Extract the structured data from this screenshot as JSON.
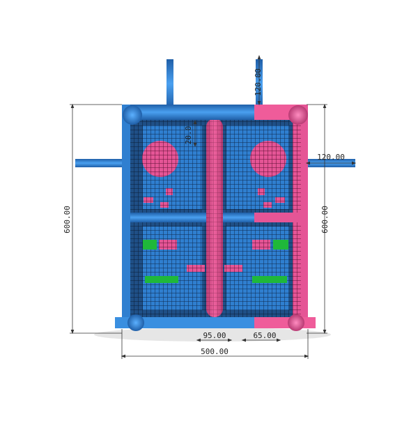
{
  "colors": {
    "blue": "#3a8fe0",
    "blue_dark": "#1e63b0",
    "pink": "#f1609c",
    "pink_dark": "#c5336f",
    "green": "#1fb83a",
    "navy_mesh": "#1a3a66",
    "dimension_line": "#333333"
  },
  "dimensions": {
    "height_left": "600.00",
    "height_right": "600.00",
    "width_bottom": "500.00",
    "anchor_top": "120.00",
    "anchor_right": "120.00",
    "inner_small": "20.0",
    "gap_center": "95.00",
    "gap_right": "65.00"
  },
  "icons": {
    "corner_post": "corner-post-icon",
    "anchor": "anchor-tube-icon"
  }
}
